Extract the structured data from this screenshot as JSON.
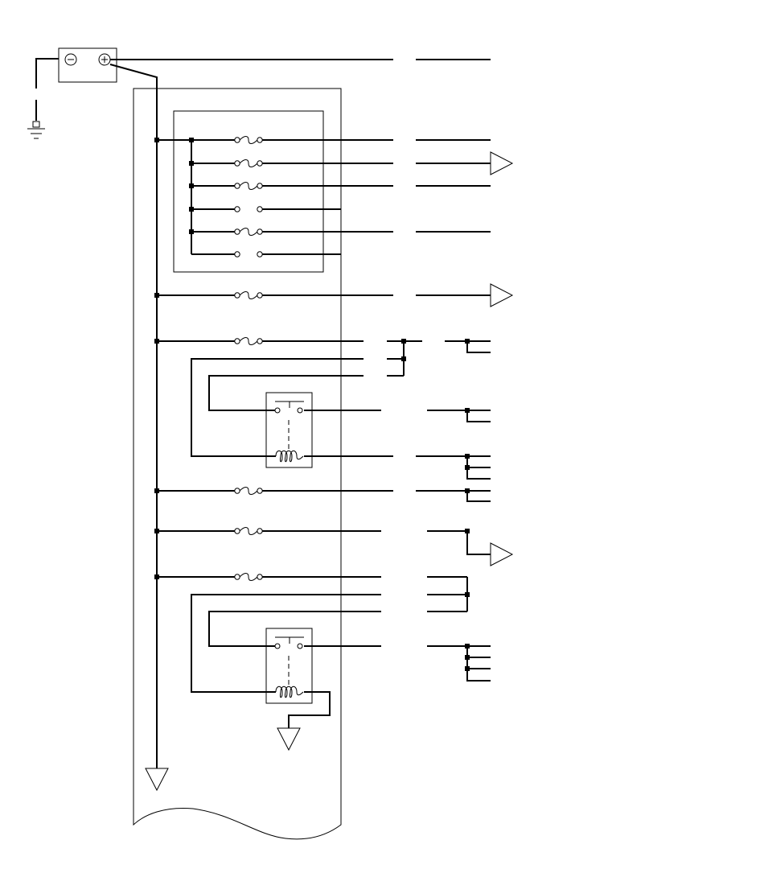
{
  "diagram": {
    "type": "wiring-schematic",
    "colors": {
      "line": "#000000",
      "background": "#ffffff"
    },
    "components": {
      "battery": {
        "negative_symbol": "⊖",
        "positive_symbol": "⊕"
      },
      "fuse_box": {
        "fused_circuits": 4,
        "open_links": 2
      },
      "main_fuses": 5,
      "relays": 2,
      "ground_symbols": 3,
      "connector_arrows": 3
    },
    "labels": {}
  }
}
